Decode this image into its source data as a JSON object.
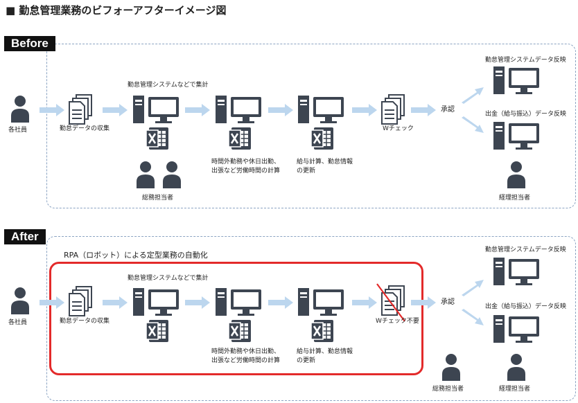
{
  "title": "■ 勤怠管理業務のビフォーアフターイメージ図",
  "colors": {
    "icon": "#3d4551",
    "arrow": "#bcd6ee",
    "panel_border": "#8aa3c2",
    "rpa_border": "#e32a2a",
    "strike": "#e32a2a"
  },
  "before": {
    "label": "Before",
    "employee": "各社員",
    "collect": "勤怠データの収集",
    "aggregate": "勤怠管理システムなどで集計",
    "calc1": [
      "時間外勤務や休日出勤、",
      "出張など労働時間の計算"
    ],
    "calc2": [
      "給与計算、勤怠情報",
      "の更新"
    ],
    "check": "Wチェック",
    "approve": "承認",
    "reflect_attendance": "勤怠管理システムデータ反映",
    "reflect_payment": "出金（給与振込）データ反映",
    "general_affairs": "総務担当者",
    "accounting": "経理担当者"
  },
  "after": {
    "label": "After",
    "rpa_title": "RPA（ロボット）による定型業務の自動化",
    "employee": "各社員",
    "collect": "勤怠データの収集",
    "aggregate": "勤怠管理システムなどで集計",
    "calc1": [
      "時間外勤務や休日出勤、",
      "出張など労働時間の計算"
    ],
    "calc2": [
      "給与計算、勤怠情報",
      "の更新"
    ],
    "check": "Wチェック不要",
    "approve": "承認",
    "reflect_attendance": "勤怠管理システムデータ反映",
    "reflect_payment": "出金（給与振込）データ反映",
    "general_affairs": "総務担当者",
    "accounting": "経理担当者"
  }
}
